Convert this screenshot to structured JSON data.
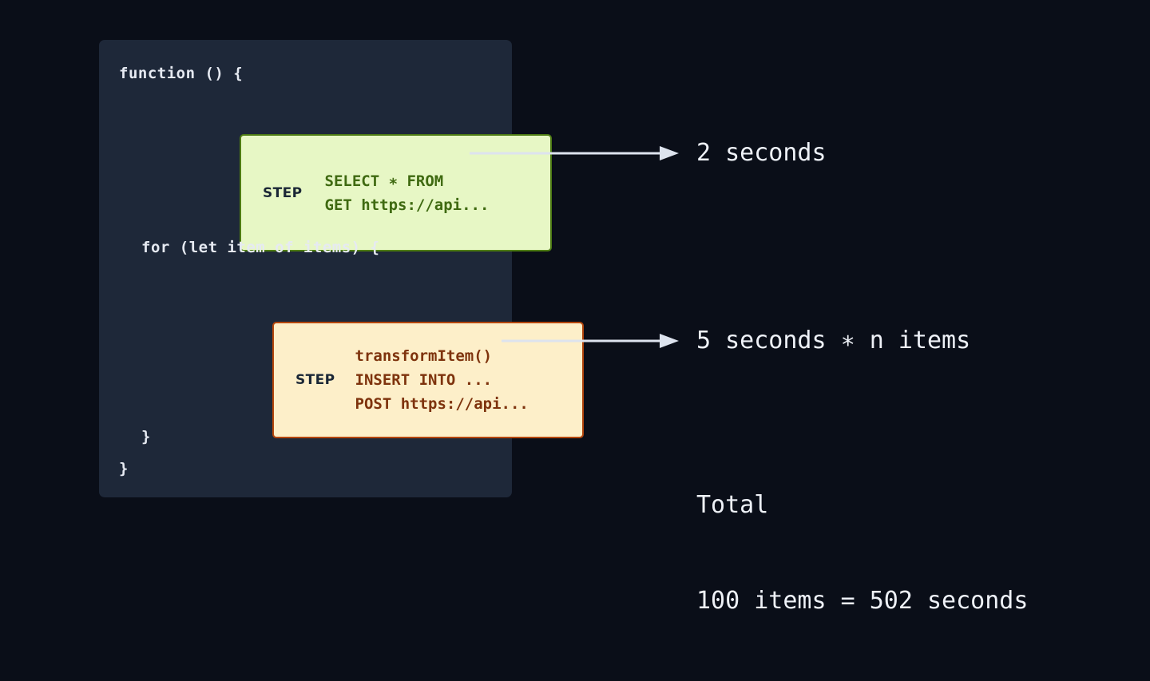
{
  "theme": {
    "page_bg": "#0a0e18",
    "panel_bg": "#1e2839",
    "code_text": "#e6eaf2",
    "green_fill": "#e7f7c5",
    "green_border": "#4e7c14",
    "green_text": "#3f6a11",
    "orange_fill": "#fdefc9",
    "orange_border": "#b4460c",
    "orange_text": "#7e330d",
    "tag_text": "#1b2736",
    "arrow_color": "#dde3ee",
    "annotation_text": "#eef1f7"
  },
  "code_panel": {
    "function_open": "function () {",
    "for_open": "for (let item of items) {",
    "for_close": "}",
    "function_close": "}"
  },
  "steps": [
    {
      "tag": "STEP",
      "color": "green",
      "lines": "SELECT ∗ FROM\nGET https://api...",
      "line_items": [
        "SELECT ∗ FROM",
        "GET https://api..."
      ]
    },
    {
      "tag": "STEP",
      "color": "orange",
      "lines": "transformItem()\nINSERT INTO ...\nPOST https://api...",
      "line_items": [
        "transformItem()",
        "INSERT INTO ...",
        "POST https://api..."
      ]
    }
  ],
  "annotations": [
    {
      "icon": "arrow-right-icon",
      "label": "2 seconds"
    },
    {
      "icon": "arrow-right-icon",
      "label": "5 seconds ∗ n items"
    }
  ],
  "total": {
    "heading": "Total",
    "equation": "100 items = 502 seconds",
    "item_count": 100,
    "total_seconds": 502
  }
}
